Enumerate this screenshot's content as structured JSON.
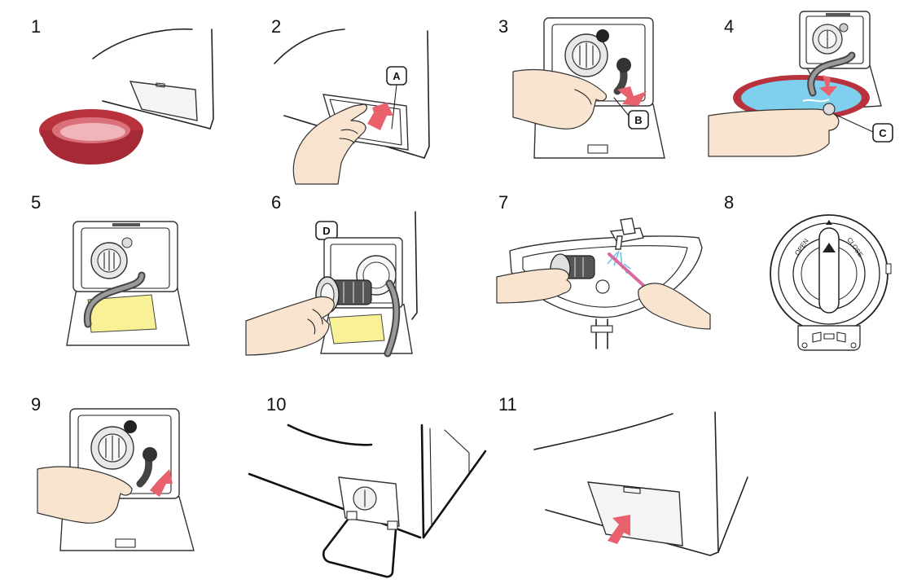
{
  "steps": [
    {
      "number": "1"
    },
    {
      "number": "2"
    },
    {
      "number": "3"
    },
    {
      "number": "4"
    },
    {
      "number": "5"
    },
    {
      "number": "6"
    },
    {
      "number": "7"
    },
    {
      "number": "8"
    },
    {
      "number": "9"
    },
    {
      "number": "10"
    },
    {
      "number": "11"
    }
  ],
  "callouts": {
    "a": "A",
    "b": "B",
    "c": "C",
    "d": "D"
  },
  "dial": {
    "open_label": "OPEN",
    "close_label": "CLOSE"
  },
  "colors": {
    "arrow": "#e8616c",
    "basin": "#b8323e",
    "water": "#7fd0ef",
    "paper": "#f9f195",
    "skin": "#f9e4cf"
  }
}
